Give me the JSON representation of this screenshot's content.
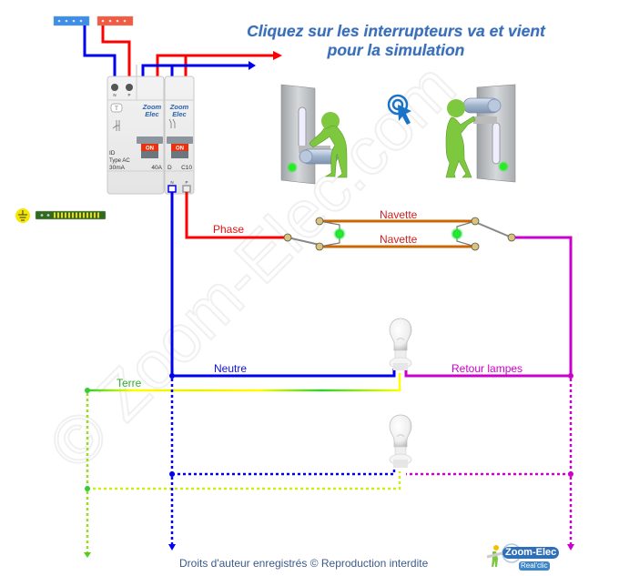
{
  "title": {
    "line1": "Cliquez sur les interrupteurs va et vient",
    "line2": "pour la simulation"
  },
  "breakers": {
    "differential": {
      "terminal_n": "N",
      "terminal_p": "P",
      "test_button": "T",
      "brand_line1": "Zoom",
      "brand_line2": "Elec",
      "type_line1": "ID",
      "type_line2": "Type AC",
      "type_line3": "30mA",
      "rating": "40A",
      "switch_label": "ON"
    },
    "circuit_breaker": {
      "brand_line1": "Zoom",
      "brand_line2": "Elec",
      "curve": "D",
      "rating": "C10",
      "switch_label": "ON",
      "terminal_n": "N",
      "terminal_p": "P"
    }
  },
  "wires": {
    "phase": "Phase",
    "navette_top": "Navette",
    "navette_bottom": "Navette",
    "neutre": "Neutre",
    "terre": "Terre",
    "retour": "Retour lampes"
  },
  "colors": {
    "phase": "#ff0000",
    "neutral": "#0000ee",
    "navette": "#cc6600",
    "retour": "#cc00cc",
    "earth_yellow": "#ffff00",
    "earth_green": "#33cc33",
    "title": "#3a6fb8",
    "indicator": "#22ee22"
  },
  "switches": {
    "left_state": "down",
    "right_state": "up"
  },
  "icons": {
    "click": "click-pointer-icon",
    "earth": "earth-ground-icon"
  },
  "watermark": "© Zoom-Elec.com",
  "footer": {
    "copyright": "Droits d'auteur enregistrés © Reproduction interdite",
    "logo_main": "Zoom-Elec",
    "logo_sub": "Real'clic"
  }
}
